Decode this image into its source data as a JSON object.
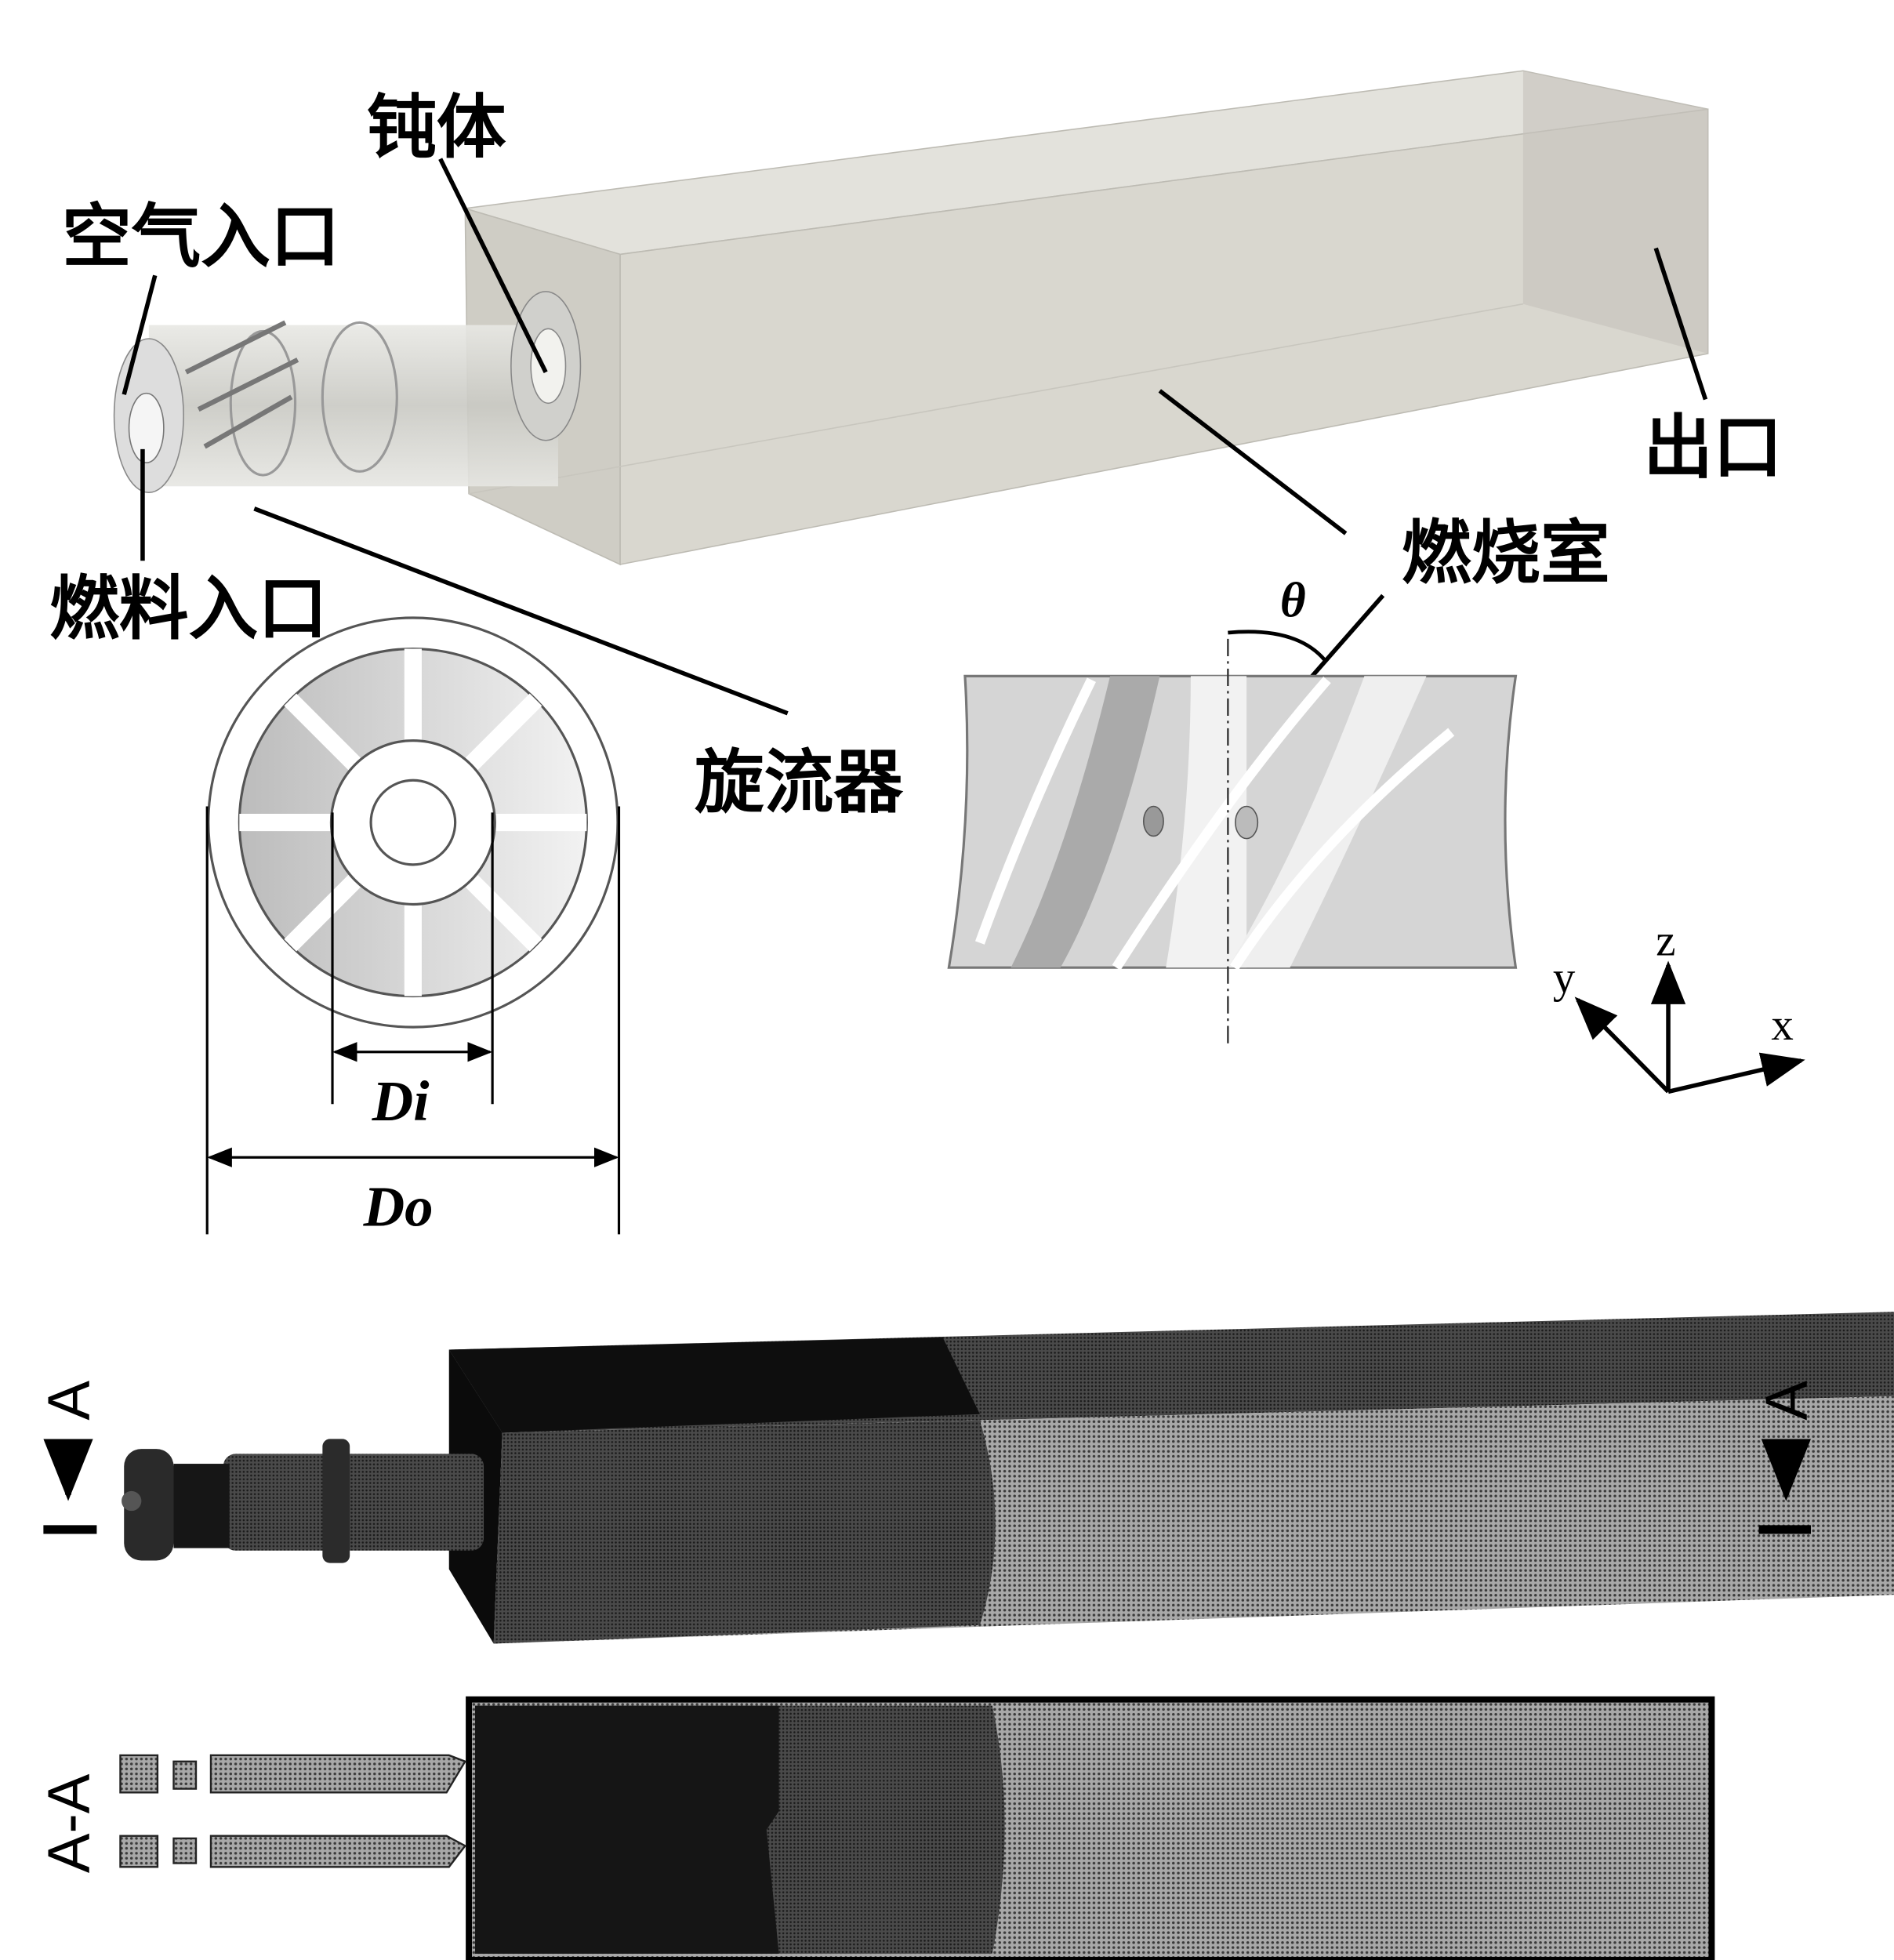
{
  "labels": {
    "bluff_body": "钝体",
    "air_inlet": "空气入口",
    "fuel_inlet": "燃料入口",
    "outlet": "出口",
    "combustor": "燃烧室",
    "swirler": "旋流器"
  },
  "dimensions": {
    "inner": "Di",
    "outer": "Do",
    "angle": "θ"
  },
  "axes": {
    "x": "x",
    "y": "y",
    "z": "z"
  },
  "section": {
    "marker_left": "A",
    "marker_right": "A",
    "section_label": "A-A"
  },
  "colors": {
    "wall": "#d9d7cf",
    "mesh_dark": "#101010",
    "mesh_mid": "#3c3c3c",
    "mesh_light": "#8c8c8c"
  }
}
